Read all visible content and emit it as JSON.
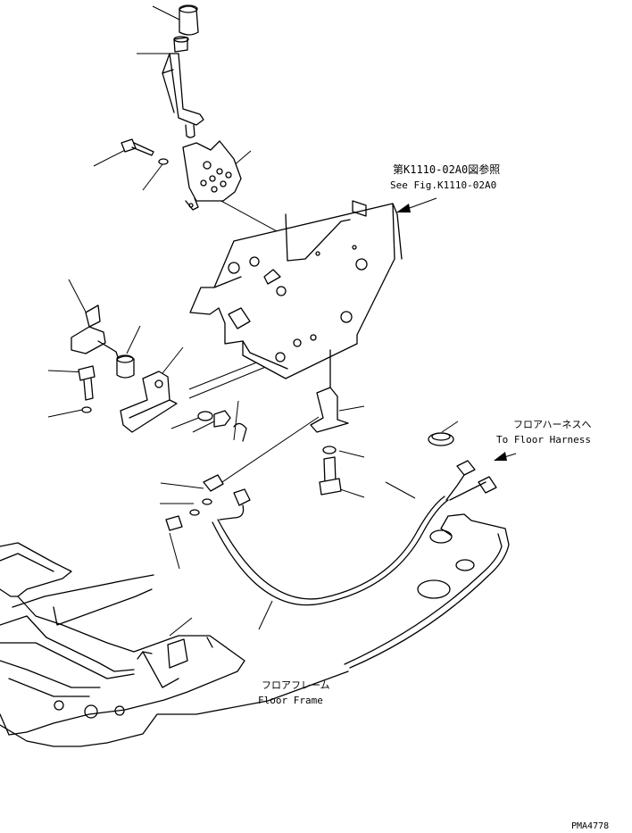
{
  "labels": {
    "ref_jp": "第K1110-02A0図参照",
    "ref_en": "See Fig.K1110-02A0",
    "harness_jp": "フロアハーネスへ",
    "harness_en": "To Floor Harness",
    "frame_jp": "フロアフレーム",
    "frame_en": "Floor Frame",
    "code": "PMA4778"
  }
}
